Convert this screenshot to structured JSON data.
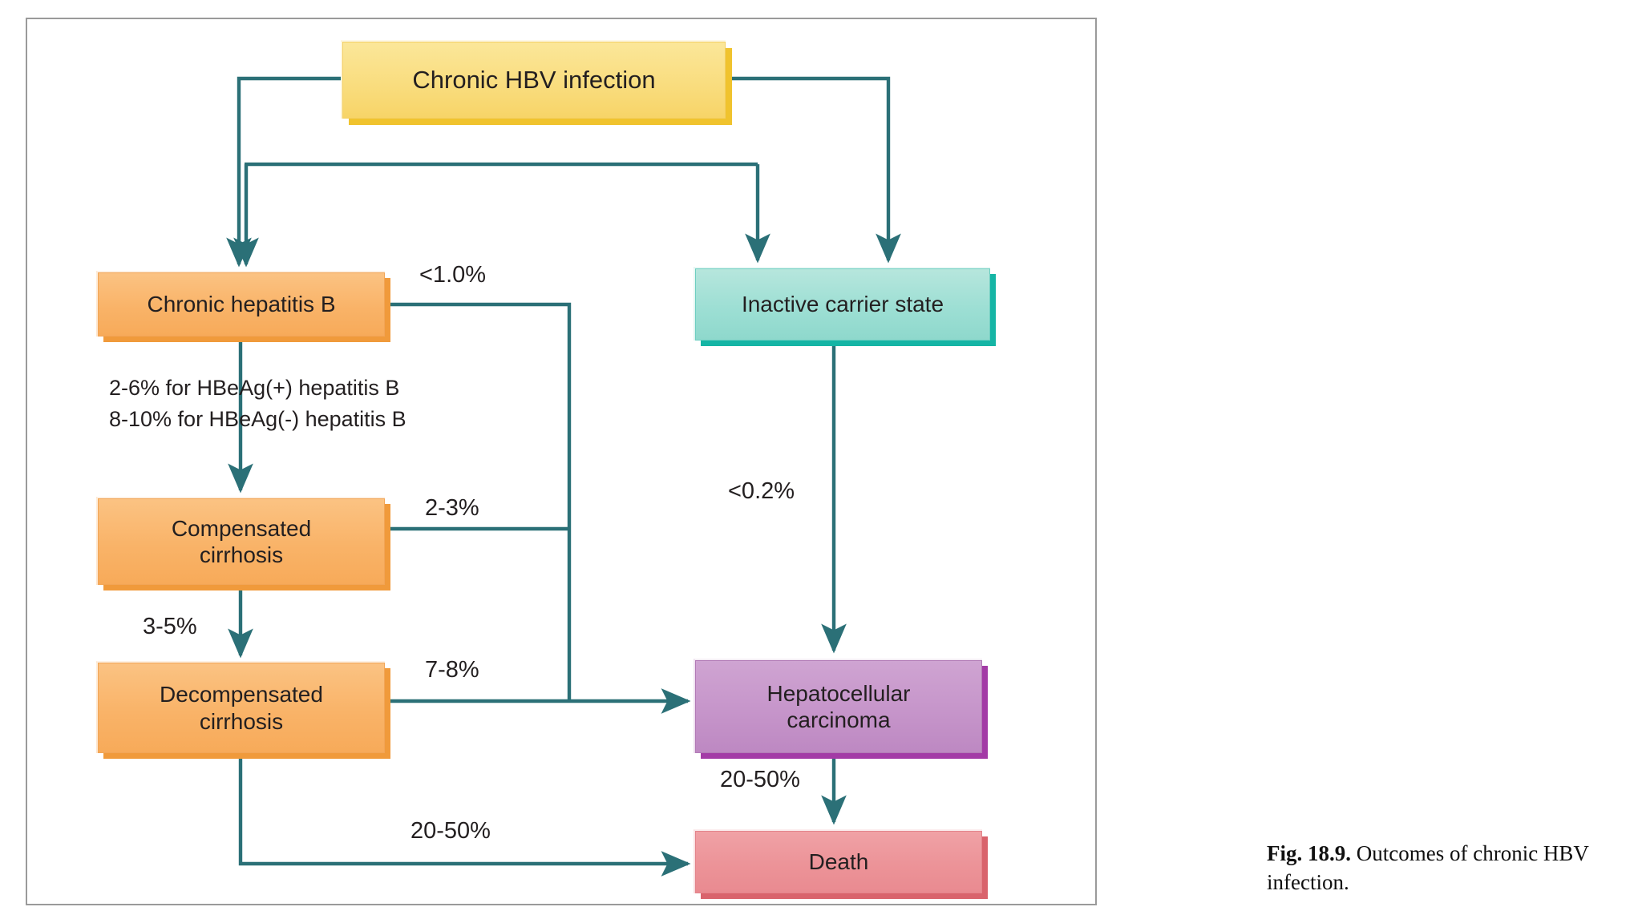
{
  "figure": {
    "caption_label": "Fig. 18.9.",
    "caption_text": "Outcomes of chronic HBV infection."
  },
  "palette": {
    "yellow": "#F9DD7F",
    "yellow_shadow": "#F0C32E",
    "orange": "#F9B368",
    "orange_shadow": "#F09A3B",
    "teal": "#9DDFD4",
    "teal_shadow": "#15B5A5",
    "purple": "#C695CA",
    "purple_shadow": "#A33BA6",
    "pink": "#EC9398",
    "pink_shadow": "#D9636C",
    "connector": "#2B7077",
    "text": "#231F20",
    "frame": "#9A9A9A"
  },
  "nodes": {
    "chronic_hbv_infection": "Chronic HBV infection",
    "chronic_hepatitis_b": "Chronic hepatitis B",
    "inactive_carrier_state": "Inactive carrier state",
    "compensated_cirrhosis_line1": "Compensated",
    "compensated_cirrhosis_line2": "cirrhosis",
    "decompensated_cirrhosis_line1": "Decompensated",
    "decompensated_cirrhosis_line2": "cirrhosis",
    "hepatocellular_carcinoma_line1": "Hepatocellular",
    "hepatocellular_carcinoma_line2": "carcinoma",
    "death": "Death"
  },
  "edge_labels": {
    "chb_to_hcc": "<1.0%",
    "chb_to_compensated_line1": "2-6% for HBeAg(+) hepatitis B",
    "chb_to_compensated_line2": "8-10% for HBeAg(-) hepatitis B",
    "compensated_to_hcc": "2-3%",
    "compensated_to_decompensated": "3-5%",
    "decompensated_to_hcc": "7-8%",
    "inactive_to_hcc": "<0.2%",
    "hcc_to_death": "20-50%",
    "decompensated_to_death": "20-50%"
  },
  "chart_data": {
    "type": "diagram",
    "title": "Outcomes of chronic HBV infection",
    "nodes": [
      {
        "id": "chronic_hbv_infection",
        "label": "Chronic HBV infection",
        "color": "#F9DD7F"
      },
      {
        "id": "chronic_hepatitis_b",
        "label": "Chronic hepatitis B",
        "color": "#F9B368"
      },
      {
        "id": "inactive_carrier_state",
        "label": "Inactive carrier state",
        "color": "#9DDFD4"
      },
      {
        "id": "compensated_cirrhosis",
        "label": "Compensated cirrhosis",
        "color": "#F9B368"
      },
      {
        "id": "decompensated_cirrhosis",
        "label": "Decompensated cirrhosis",
        "color": "#F9B368"
      },
      {
        "id": "hepatocellular_carcinoma",
        "label": "Hepatocellular carcinoma",
        "color": "#C695CA"
      },
      {
        "id": "death",
        "label": "Death",
        "color": "#EC9398"
      }
    ],
    "edges": [
      {
        "from": "chronic_hbv_infection",
        "to": "chronic_hepatitis_b",
        "label": ""
      },
      {
        "from": "chronic_hbv_infection",
        "to": "inactive_carrier_state",
        "label": ""
      },
      {
        "from": "chronic_hepatitis_b",
        "to": "hepatocellular_carcinoma",
        "label": "<1.0%"
      },
      {
        "from": "chronic_hepatitis_b",
        "to": "compensated_cirrhosis",
        "label": "2-6% for HBeAg(+) hepatitis B / 8-10% for HBeAg(-) hepatitis B"
      },
      {
        "from": "compensated_cirrhosis",
        "to": "hepatocellular_carcinoma",
        "label": "2-3%"
      },
      {
        "from": "compensated_cirrhosis",
        "to": "decompensated_cirrhosis",
        "label": "3-5%"
      },
      {
        "from": "decompensated_cirrhosis",
        "to": "hepatocellular_carcinoma",
        "label": "7-8%"
      },
      {
        "from": "decompensated_cirrhosis",
        "to": "death",
        "label": "20-50%"
      },
      {
        "from": "inactive_carrier_state",
        "to": "hepatocellular_carcinoma",
        "label": "<0.2%"
      },
      {
        "from": "hepatocellular_carcinoma",
        "to": "death",
        "label": "20-50%"
      }
    ]
  }
}
